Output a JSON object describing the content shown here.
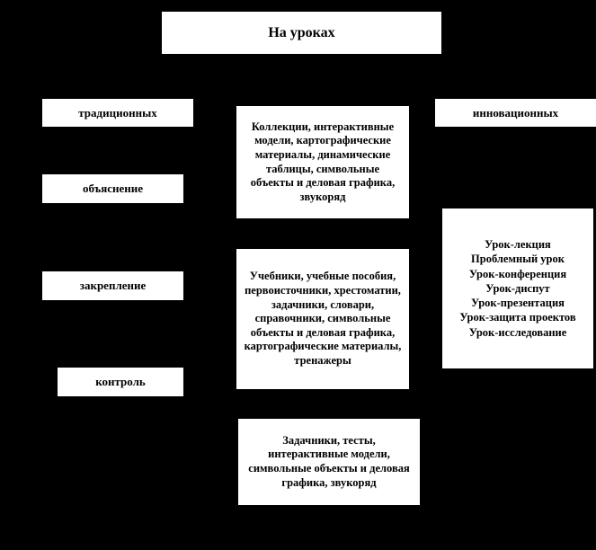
{
  "title": "На уроках",
  "left_column": {
    "items": [
      {
        "label": "традиционных"
      },
      {
        "label": "объяснение"
      },
      {
        "label": "закрепление"
      },
      {
        "label": "контроль"
      }
    ]
  },
  "center_column": {
    "boxes": [
      {
        "text": "Коллекции,  интерактивные модели, картографические материалы, динамические таблицы, символьные объекты и деловая графика, звукоряд"
      },
      {
        "text": "Учебники, учебные пособия, первоисточники, хрестоматии, задачники, словари, справочники, символьные объекты и деловая графика, картографические материалы, тренажеры"
      },
      {
        "text": "Задачники, тесты, интерактивные модели, символьные объекты и деловая графика, звукоряд"
      }
    ]
  },
  "right_column": {
    "header": "инновационных",
    "lesson_types": [
      "Урок-лекция",
      "Проблемный урок",
      "Урок-конференция",
      "Урок-диспут",
      "Урок-презентация",
      "Урок-защита проектов",
      "Урок-исследование"
    ]
  },
  "colors": {
    "background": "#000000",
    "box_fill": "#ffffff",
    "text": "#000000"
  }
}
